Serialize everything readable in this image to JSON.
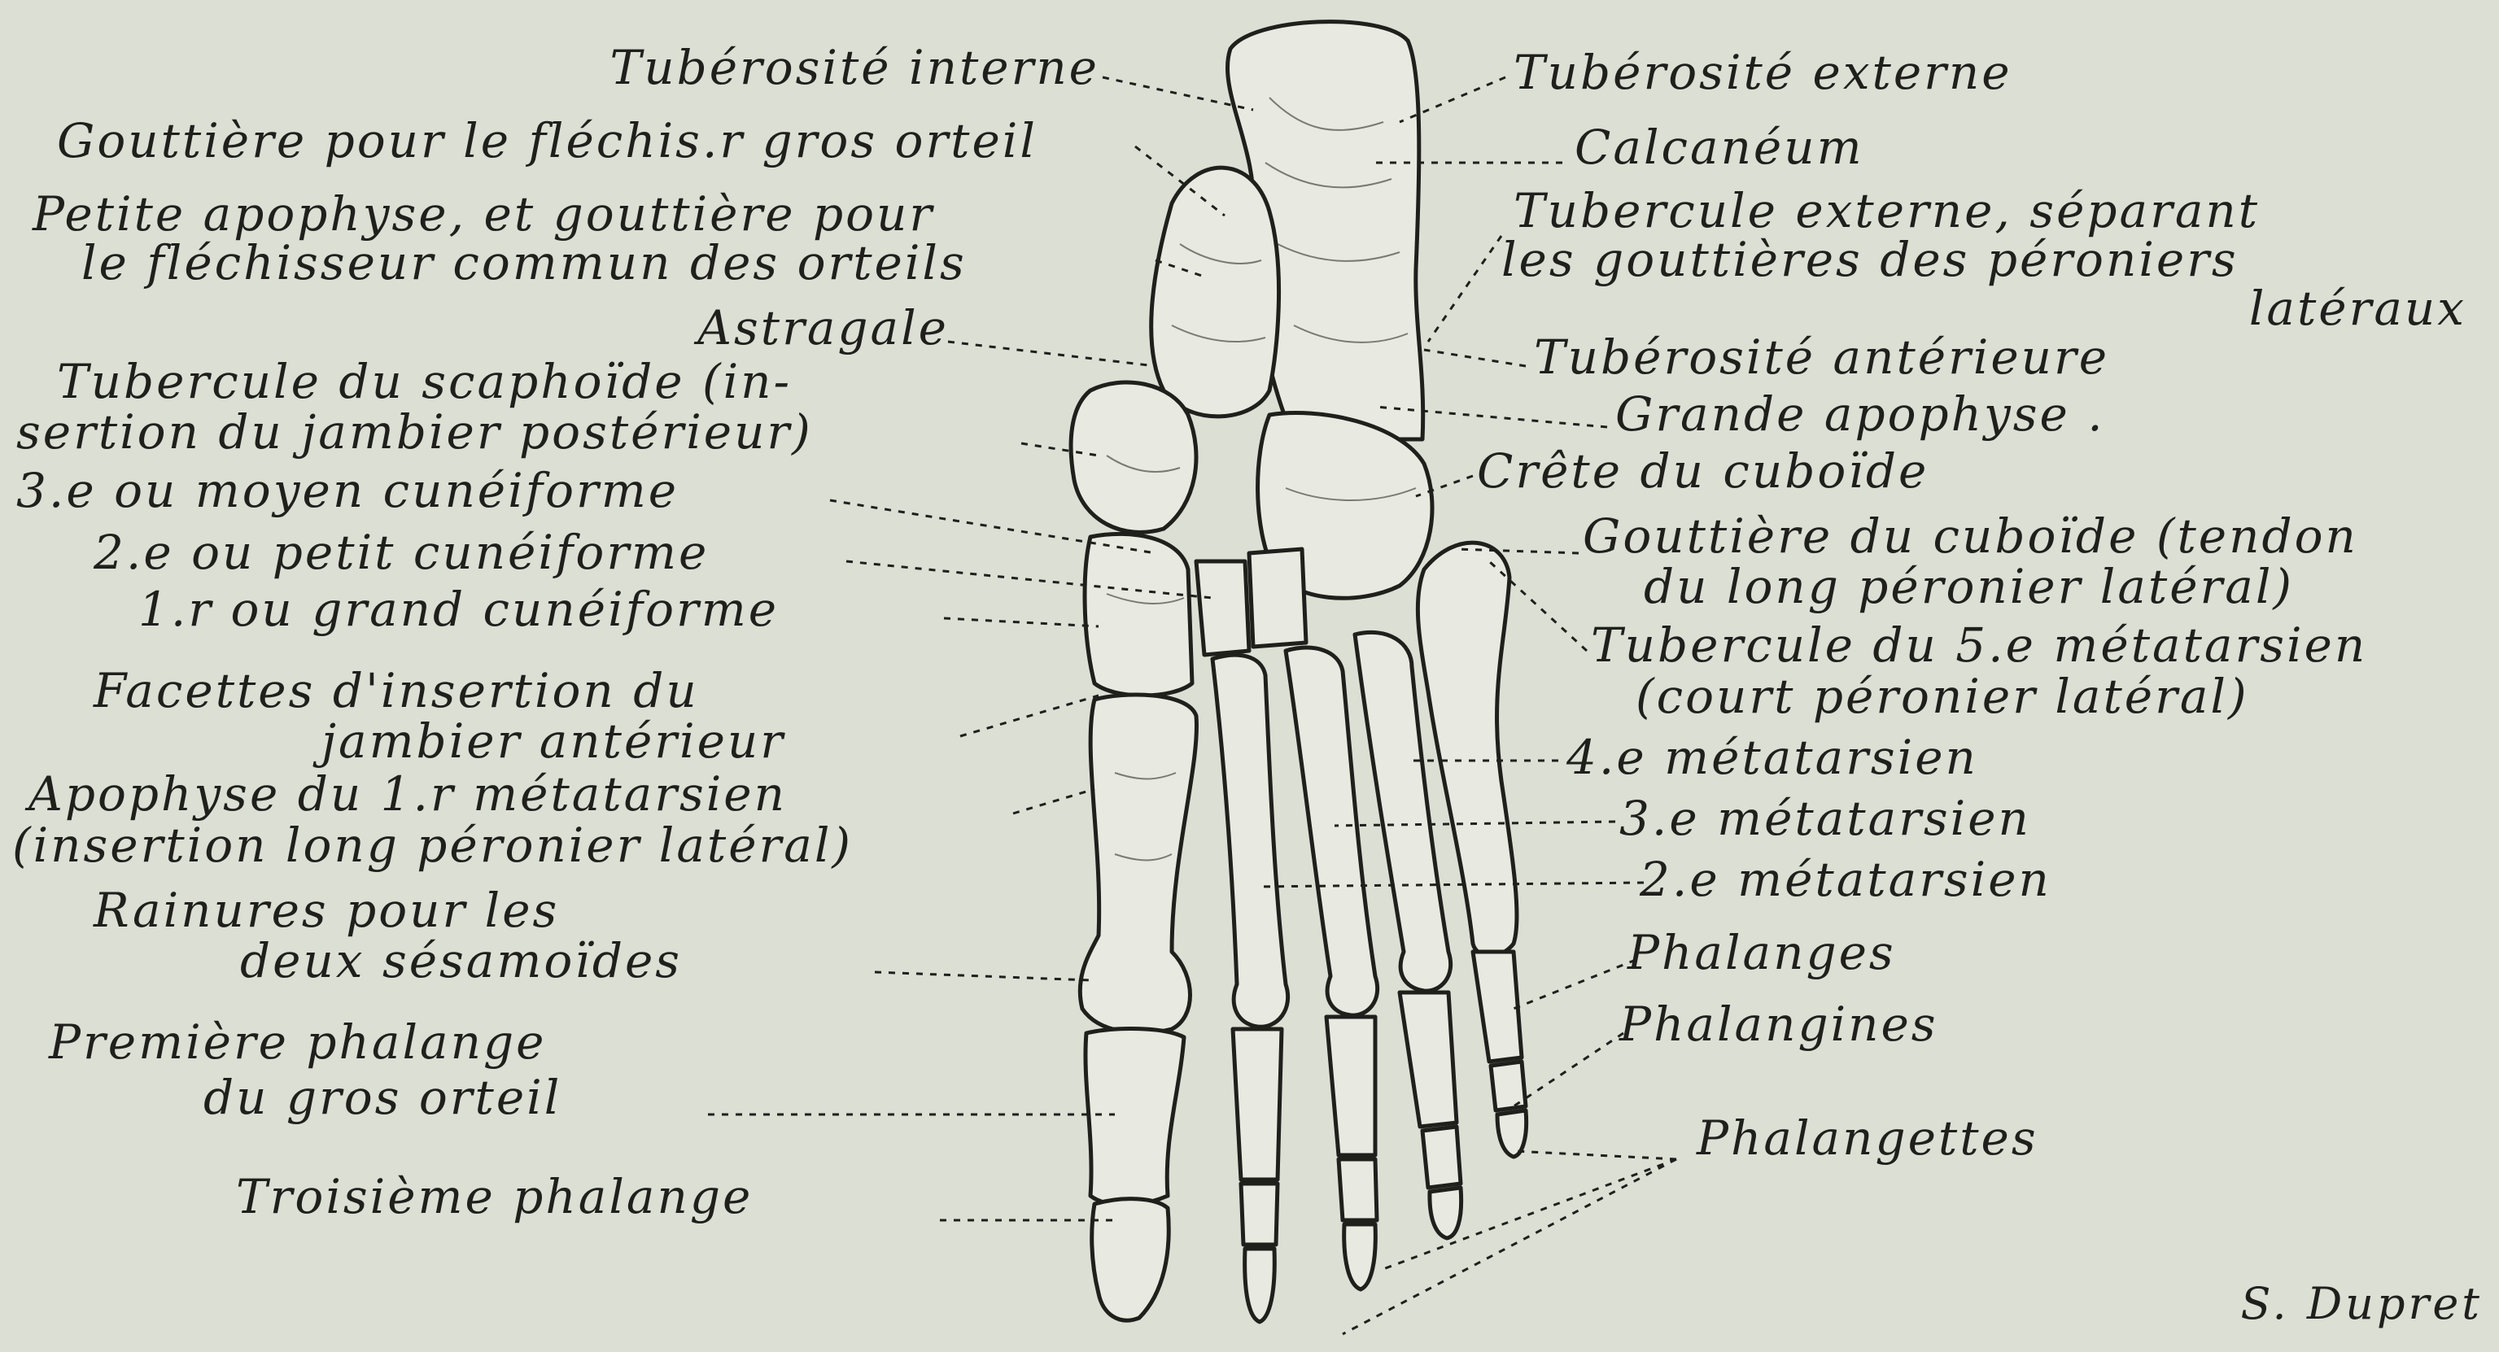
{
  "labels": {
    "tuberosite_interne": "Tubérosité interne",
    "gouttiere_flechisseur_gros_orteil": "Gouttière pour le fléchis.r gros orteil",
    "petite_apophyse_1": "Petite apophyse, et gouttière pour",
    "petite_apophyse_2": "le fléchisseur commun des orteils",
    "astragale": "Astragale",
    "tubercule_scaphoide_1": "Tubercule du scaphoïde (in-",
    "tubercule_scaphoide_2": "sertion du jambier postérieur)",
    "cuneiforme_3": "3.e ou moyen cunéiforme",
    "cuneiforme_2": "2.e ou petit cunéiforme",
    "cuneiforme_1": "1.r ou grand cunéiforme",
    "facettes_1": "Facettes d'insertion du",
    "facettes_2": "jambier antérieur",
    "apophyse_metatarsien_1": "Apophyse du 1.r métatarsien",
    "apophyse_metatarsien_2": "(insertion long péronier latéral)",
    "rainures_1": "Rainures pour les",
    "rainures_2": "deux sésamoïdes",
    "premiere_phalange_1": "Première phalange",
    "premiere_phalange_2": "du gros orteil",
    "troisieme_phalange": "Troisième phalange",
    "tuberosite_externe": "Tubérosité externe",
    "calcaneum": "Calcanéum",
    "tubercule_externe_1": "Tubercule externe, séparant",
    "tubercule_externe_2": "les gouttières des péroniers",
    "tubercule_externe_3": "latéraux",
    "tuberosite_anterieure": "Tubérosité antérieure",
    "grande_apophyse": "Grande apophyse .",
    "crete_cuboide": "Crête du cuboïde",
    "gouttiere_cuboide_1": "Gouttière du cuboïde (tendon",
    "gouttiere_cuboide_2": "du long péronier latéral)",
    "tubercule_5e_1": "Tubercule du 5.e métatarsien",
    "tubercule_5e_2": "(court péronier latéral)",
    "metatarsien_4": "4.e métatarsien",
    "metatarsien_3": "3.e métatarsien",
    "metatarsien_2": "2.e métatarsien",
    "phalanges": "Phalanges",
    "phalangines": "Phalangines",
    "phalangettes": "Phalangettes"
  },
  "signature": "S. Dupret",
  "colors": {
    "paper": "#dcdfd4",
    "ink": "#1f1f1c",
    "bone": "#e8e9e0"
  }
}
